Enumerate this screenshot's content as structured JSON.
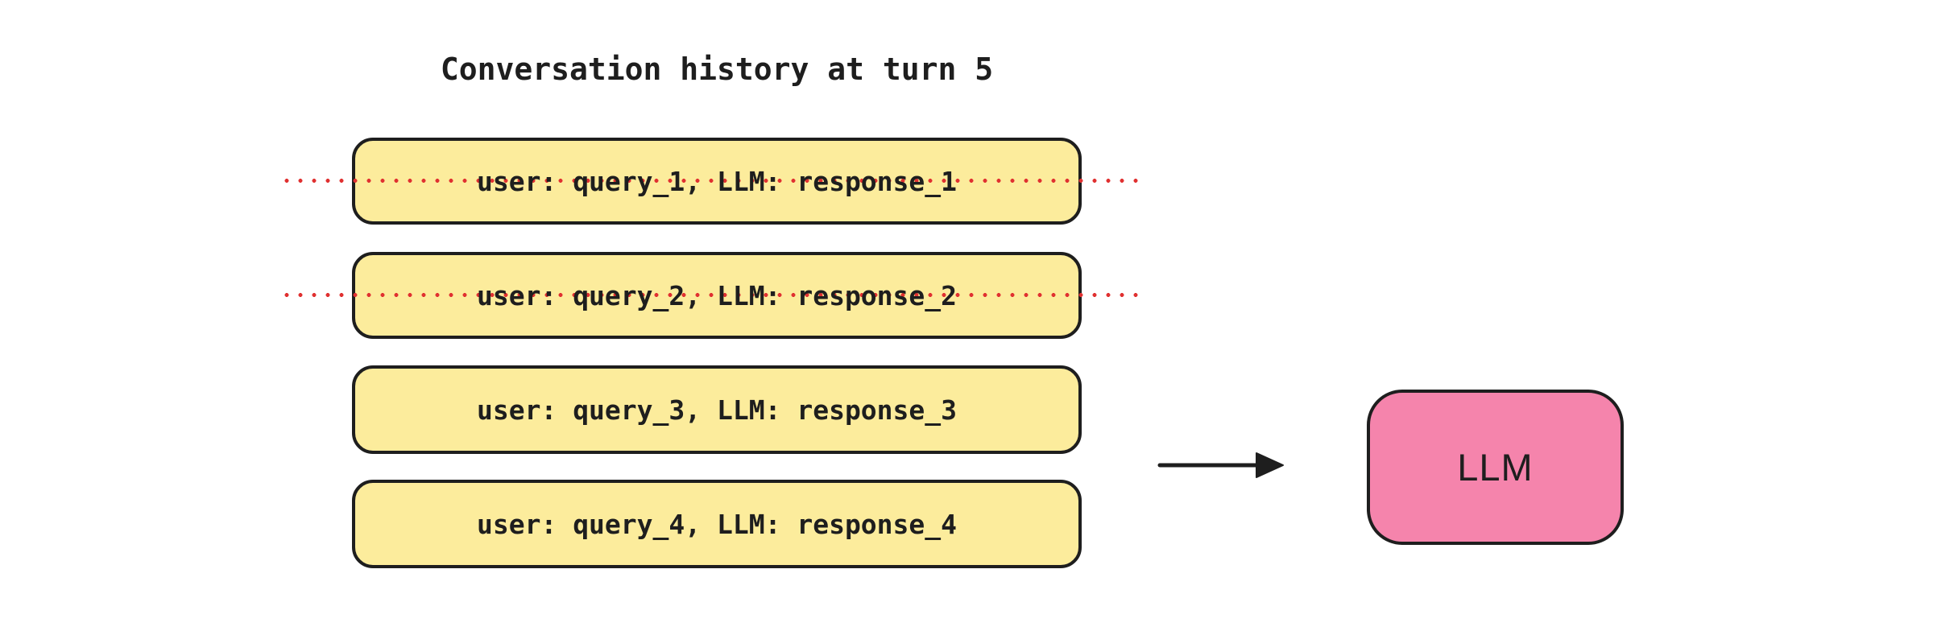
{
  "diagram": {
    "title": "Conversation history at turn 5",
    "history_items": [
      {
        "label": "user: query_1, LLM: response_1",
        "evicted": true
      },
      {
        "label": "user: query_2, LLM: response_2",
        "evicted": true
      },
      {
        "label": "user: query_3, LLM: response_3",
        "evicted": false
      },
      {
        "label": "user: query_4, LLM: response_4",
        "evicted": false
      }
    ],
    "llm_node": {
      "label": "LLM"
    },
    "icons": {
      "arrow": "right-arrow-icon",
      "strikethrough": "red-dotted-strikethrough-line"
    },
    "colors": {
      "background": "#ffffff",
      "message_fill": "#FCEC9C",
      "message_border": "#1e1e1e",
      "llm_fill": "#F584AC",
      "llm_border": "#1e1e1e",
      "strikethrough_red": "#E03131",
      "text": "#1e1e1e"
    }
  }
}
